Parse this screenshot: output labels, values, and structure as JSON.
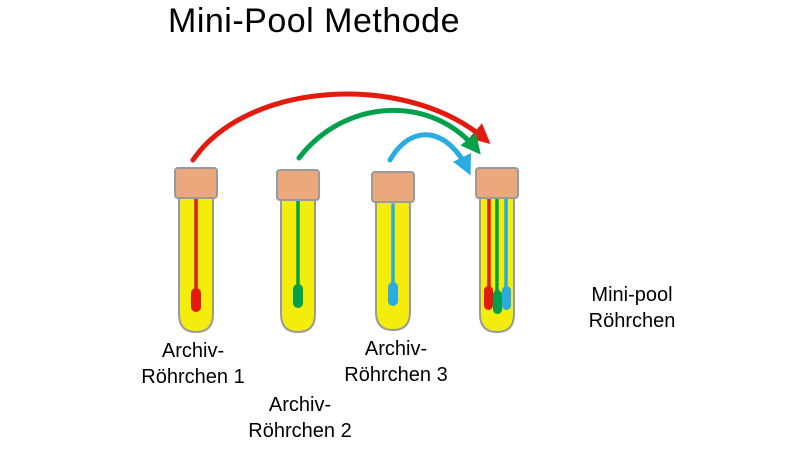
{
  "title": "Mini-Pool Methode",
  "colors": {
    "red": "#e31a0e",
    "green": "#00a14b",
    "blue": "#2aace2",
    "tube_fill": "#f4ec0a",
    "cork_fill": "#eaa87c",
    "outline": "#9a9a9a"
  },
  "tubes": [
    {
      "name": "Archiv-Röhrchen 1",
      "label_line1": "Archiv-",
      "label_line2": "Röhrchen 1",
      "sample_color": "red"
    },
    {
      "name": "Archiv-Röhrchen 2",
      "label_line1": "Archiv-",
      "label_line2": "Röhrchen 2",
      "sample_color": "green"
    },
    {
      "name": "Archiv-Röhrchen 3",
      "label_line1": "Archiv-",
      "label_line2": "Röhrchen 3",
      "sample_color": "blue"
    },
    {
      "name": "Mini-pool Röhrchen",
      "label_line1": "Mini-pool",
      "label_line2": "Röhrchen",
      "sample_color": "red+green+blue"
    }
  ],
  "transfers": [
    {
      "from": "Archiv-Röhrchen 1",
      "to": "Mini-pool Röhrchen",
      "color": "red"
    },
    {
      "from": "Archiv-Röhrchen 2",
      "to": "Mini-pool Röhrchen",
      "color": "green"
    },
    {
      "from": "Archiv-Röhrchen 3",
      "to": "Mini-pool Röhrchen",
      "color": "blue"
    }
  ]
}
